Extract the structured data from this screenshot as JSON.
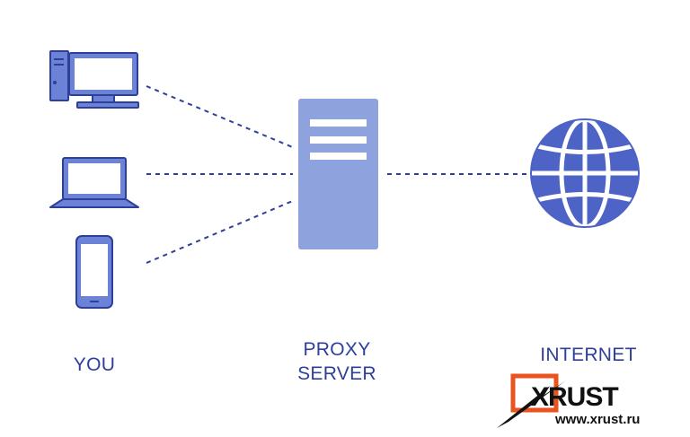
{
  "colors": {
    "device_fill": "#6b82d6",
    "device_stroke": "#2e3f9a",
    "server_fill": "#8ea2de",
    "globe_fill": "#4d63c6",
    "label_color": "#2e3f9a",
    "connector_color": "#2e3f9a",
    "watermark_orange": "#e8531f"
  },
  "icons": {
    "desktop": "desktop-computer-icon",
    "laptop": "laptop-icon",
    "phone": "smartphone-icon",
    "server": "server-icon",
    "globe": "globe-icon"
  },
  "labels": {
    "you": "YOU",
    "proxy_line1": "PROXY",
    "proxy_line2": "SERVER",
    "internet": "INTERNET"
  },
  "watermark": {
    "logo_text": "XRUST",
    "url": "www.xrust.ru"
  }
}
